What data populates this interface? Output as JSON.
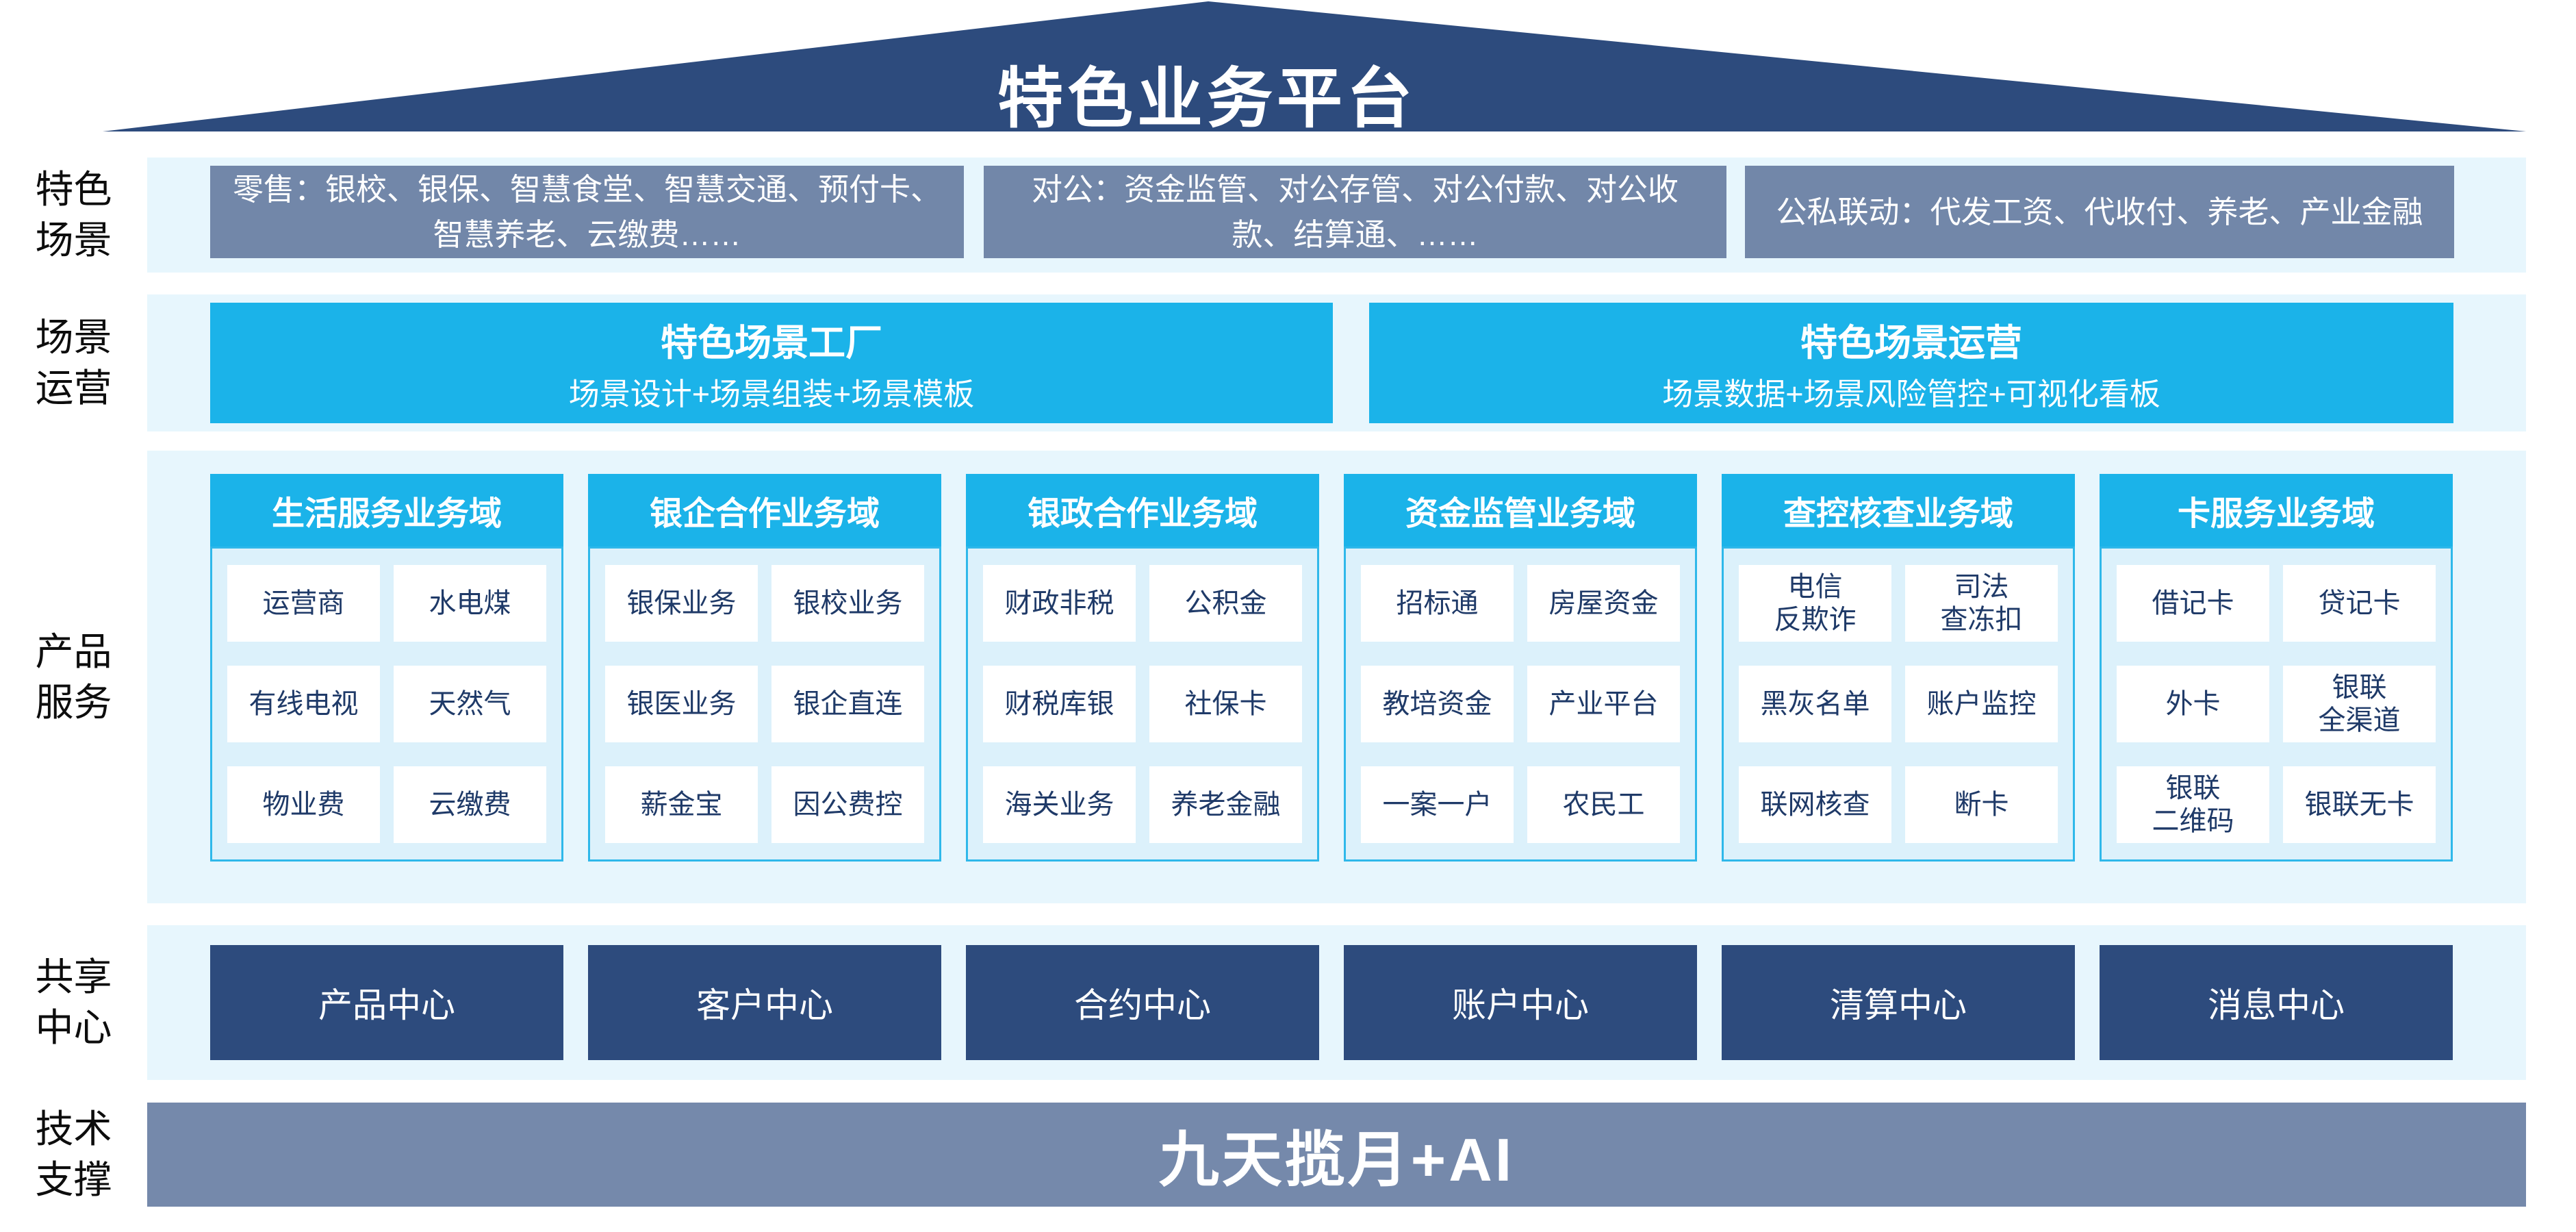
{
  "roof": {
    "title": "特色业务平台"
  },
  "side_labels": [
    "特色\n场景",
    "场景\n运营",
    "产品\n服务",
    "共享\n中心",
    "技术\n支撑"
  ],
  "scene_row": {
    "boxes": [
      "零售：银校、银保、智慧食堂、智慧交通、预付卡、智慧养老、云缴费……",
      "对公：资金监管、对公存管、对公付款、对公收款、结算通、……",
      "公私联动：代发工资、代收付、养老、产业金融"
    ]
  },
  "operation_row": {
    "boxes": [
      {
        "title": "特色场景工厂",
        "subtitle": "场景设计+场景组装+场景模板"
      },
      {
        "title": "特色场景运营",
        "subtitle": "场景数据+场景风险管控+可视化看板"
      }
    ]
  },
  "product_row": {
    "columns": [
      {
        "header": "生活服务业务域",
        "cells": [
          "运营商",
          "水电煤",
          "有线电视",
          "天然气",
          "物业费",
          "云缴费"
        ]
      },
      {
        "header": "银企合作业务域",
        "cells": [
          "银保业务",
          "银校业务",
          "银医业务",
          "银企直连",
          "薪金宝",
          "因公费控"
        ]
      },
      {
        "header": "银政合作业务域",
        "cells": [
          "财政非税",
          "公积金",
          "财税库银",
          "社保卡",
          "海关业务",
          "养老金融"
        ]
      },
      {
        "header": "资金监管业务域",
        "cells": [
          "招标通",
          "房屋资金",
          "教培资金",
          "产业平台",
          "一案一户",
          "农民工"
        ]
      },
      {
        "header": "查控核查业务域",
        "cells": [
          "电信\n反欺诈",
          "司法\n查冻扣",
          "黑灰名单",
          "账户监控",
          "联网核查",
          "断卡"
        ]
      },
      {
        "header": "卡服务业务域",
        "cells": [
          "借记卡",
          "贷记卡",
          "外卡",
          "银联\n全渠道",
          "银联\n二维码",
          "银联无卡"
        ]
      }
    ]
  },
  "share_row": {
    "boxes": [
      "产品中心",
      "客户中心",
      "合约中心",
      "账户中心",
      "清算中心",
      "消息中心"
    ]
  },
  "tech_row": {
    "label": "九天揽月+AI"
  },
  "colors": {
    "roof_navy": "#2D4B7D",
    "scene_gray_blue": "#7287A9",
    "cyan": "#1BB3E9",
    "band_bg": "#E7F6FD",
    "product_body_bg": "#DCF1FB",
    "cell_text_navy": "#1F3A68",
    "share_navy": "#2D4B7D",
    "tech_gray_blue": "#7589AB"
  }
}
